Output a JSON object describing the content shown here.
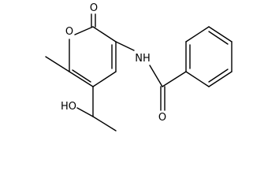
{
  "molecule": {
    "atoms": [
      {
        "id": "O_ring",
        "label": "O"
      },
      {
        "id": "O_carbonyl",
        "label": "O"
      },
      {
        "id": "N_amide",
        "label": "NH"
      },
      {
        "id": "O_amide",
        "label": "O"
      },
      {
        "id": "O_hydroxyl",
        "label": "HO"
      }
    ]
  },
  "colors": {
    "bond": "#000000",
    "background": "#ffffff"
  }
}
